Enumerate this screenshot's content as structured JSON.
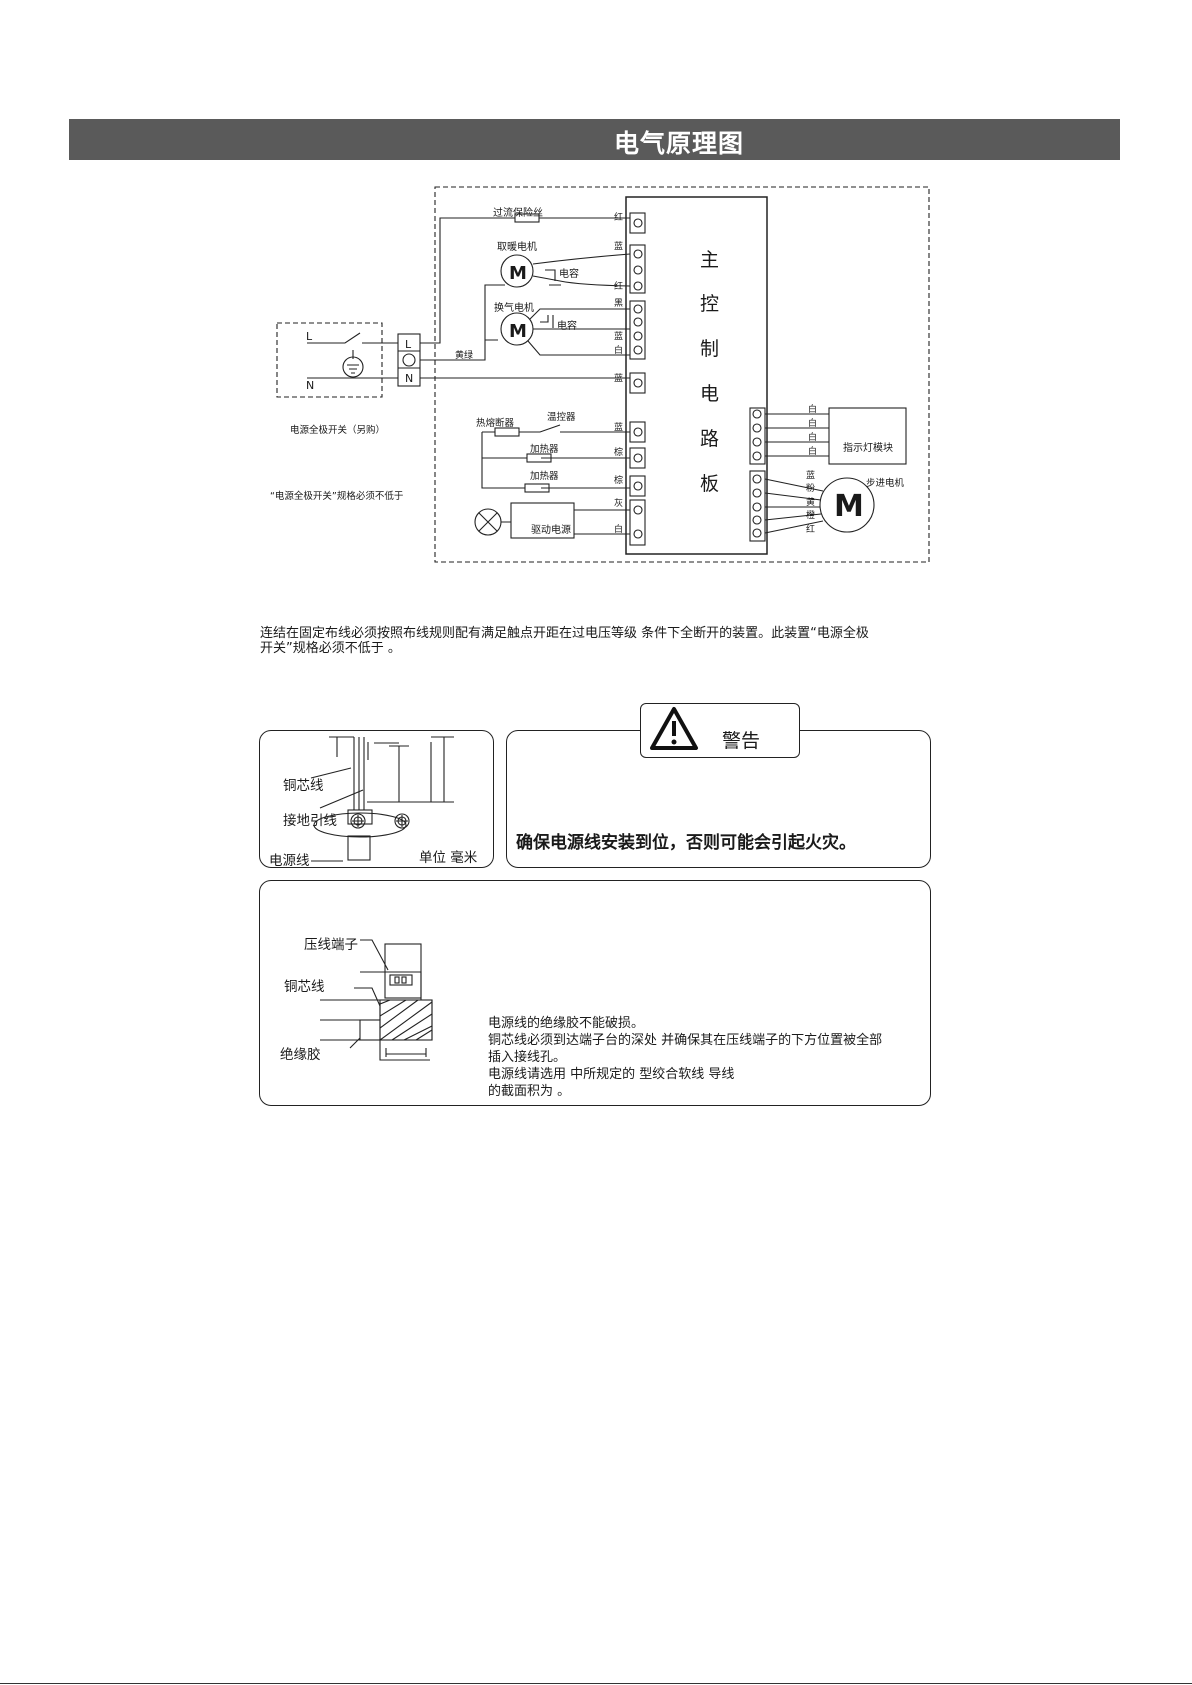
{
  "header": {
    "title": "电气原理图"
  },
  "diagram": {
    "main_board": [
      "主",
      "控",
      "制",
      "电",
      "路",
      "板"
    ],
    "fuse_label": "过流保险丝",
    "heating_motor_label": "取暖电机",
    "capacitor_label": "电容",
    "exhaust_motor_label": "换气电机",
    "yellow_green_label": "黄绿",
    "terminal_L": "L",
    "terminal_N": "N",
    "switch_L": "L",
    "switch_N": "N",
    "switch_caption": "电源全极开关（另购）",
    "switch_spec": "“电源全极开关”规格必须不低于",
    "thermal_fuse_label": "热熔断器",
    "thermostat_label": "温控器",
    "heater1_label": "加热器",
    "heater2_label": "加热器",
    "driver_label": "驱动电源",
    "indicator_label": "指示灯模块",
    "stepper_label": "步进电机",
    "wire_colors": {
      "red1": "红",
      "blue1": "蓝",
      "red2": "红",
      "black": "黑",
      "blue2": "蓝",
      "white1": "白",
      "blue3": "蓝",
      "blue4": "蓝",
      "brown1": "棕",
      "brown2": "棕",
      "gray": "灰",
      "white2": "白",
      "ind_w1": "白",
      "ind_w2": "白",
      "ind_w3": "白",
      "ind_w4": "白",
      "st_blue": "蓝",
      "st_pink": "粉",
      "st_yellow": "黄",
      "st_orange": "橙",
      "st_red": "红"
    }
  },
  "note": {
    "line1": "连结在固定布线必须按照布线规则配有满足触点开距在过电压等级 条件下全断开的装置。此装置“电源全极",
    "line2": "开关”规格必须不低于 。"
  },
  "cable_box": {
    "copper": "铜芯线",
    "ground": "接地引线",
    "cord": "电源线",
    "unit": "单位 毫米"
  },
  "warning": {
    "title": "警告",
    "text": "确保电源线安装到位，否则可能会引起火灾。"
  },
  "install_box": {
    "terminal": "压线端子",
    "copper": "铜芯线",
    "insulation": "绝缘胶",
    "lines": [
      "电源线的绝缘胶不能破损。",
      "铜芯线必须到达端子台的深处 并确保其在压线端子的下方位置被全部",
      "插入接线孔。",
      "电源线请选用 中所规定的 型绞合软线 导线",
      "的截面积为 。"
    ]
  }
}
